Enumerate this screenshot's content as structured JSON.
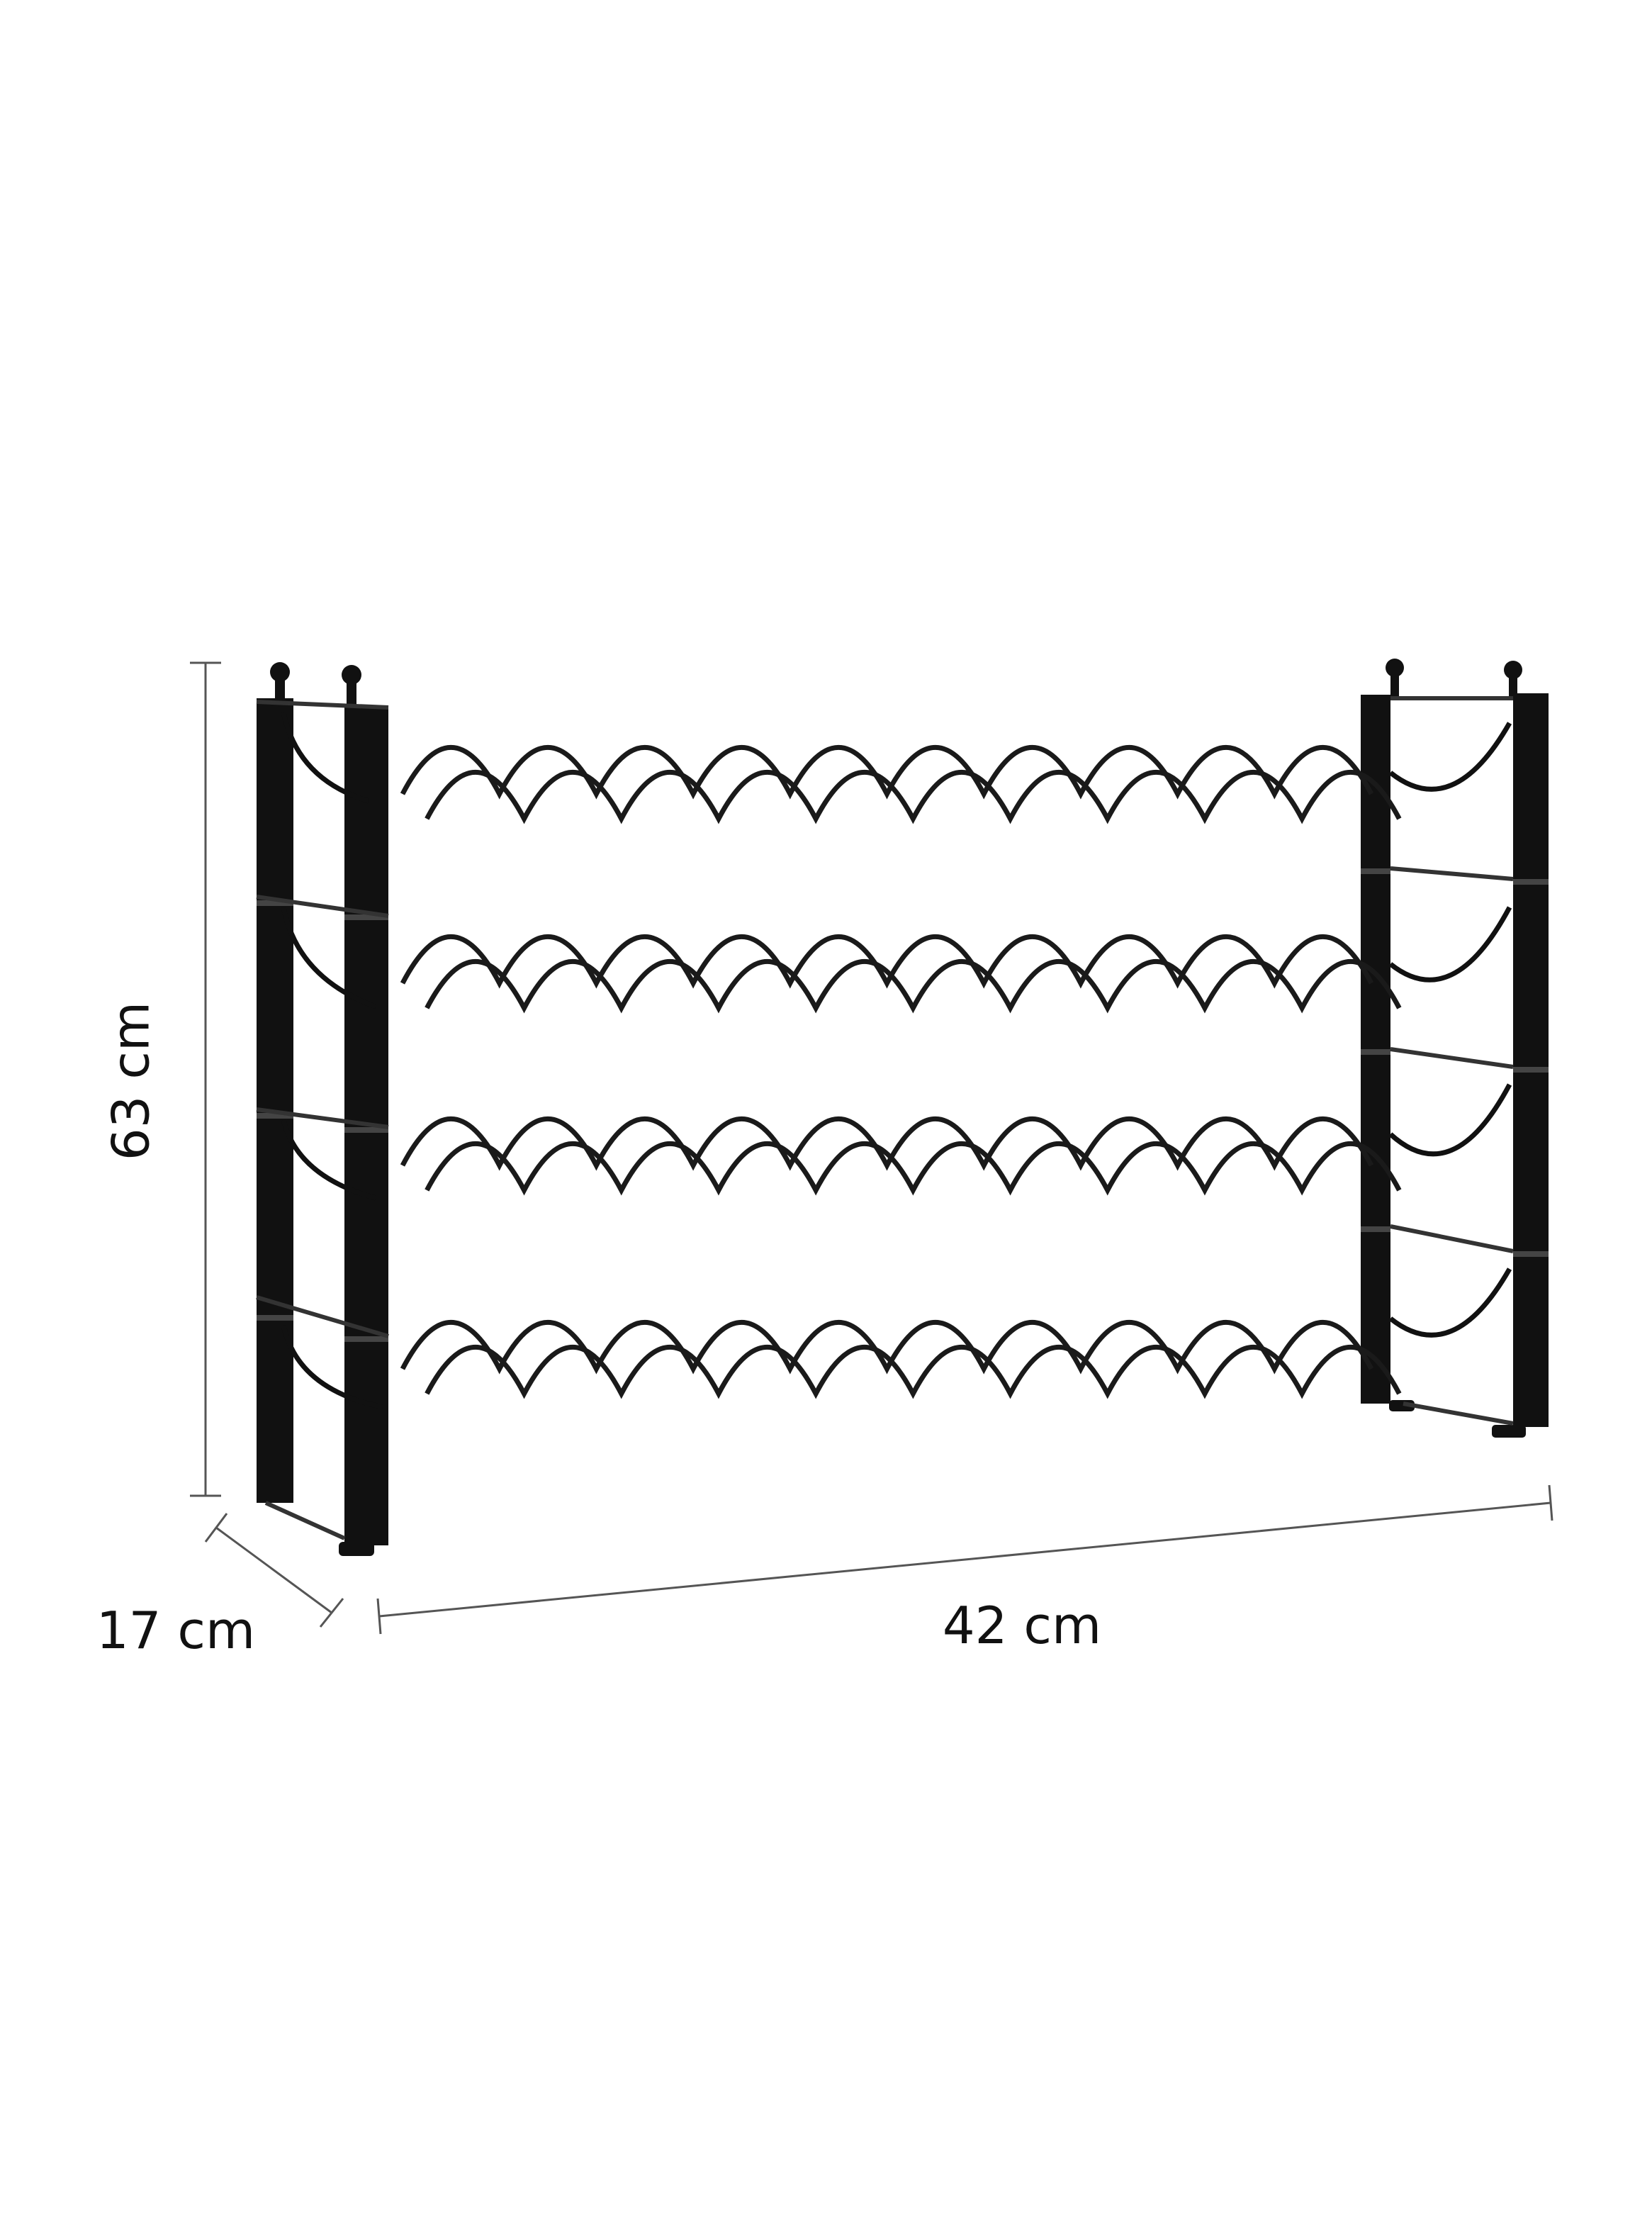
{
  "product": {
    "name": "wine-rack",
    "tiers": 4,
    "bottles_per_tier": 10,
    "colors": {
      "frame": "#111111",
      "wire": "#1a1a1a",
      "dimension_line": "#555555",
      "background": "#ffffff"
    }
  },
  "dimensions": {
    "height": {
      "label": "63 cm"
    },
    "depth": {
      "label": "17 cm"
    },
    "width": {
      "label": "42 cm"
    }
  }
}
